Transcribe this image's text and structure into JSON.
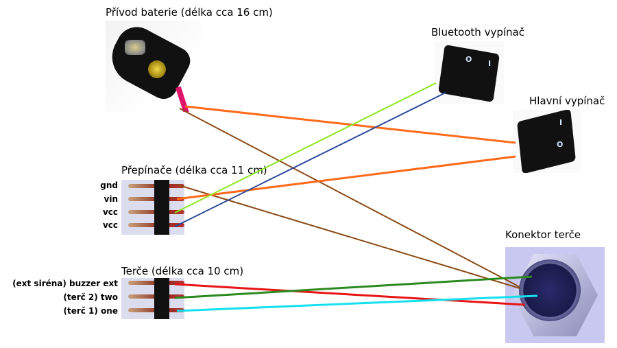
{
  "components": {
    "battery": {
      "title": "Přívod baterie (délka cca 16 cm)"
    },
    "bluetooth_switch": {
      "title": "Bluetooth vypínač"
    },
    "main_switch": {
      "title": "Hlavní vypínač"
    },
    "switches_header": {
      "title": "Přepínače (délka cca 11 cm)",
      "pins": [
        "gnd",
        "vin",
        "vcc",
        "vcc"
      ]
    },
    "targets_header": {
      "title": "Terče (délka cca 10 cm)",
      "pins": [
        "(ext siréna) buzzer ext",
        "(terč 2) two",
        "(terč 1) one"
      ]
    },
    "target_connector": {
      "title": "Konektor terče"
    }
  },
  "switch_marks": {
    "off": "O",
    "on": "I"
  },
  "wires": [
    {
      "name": "battery-to-main-switch",
      "color": "#ff6a1a"
    },
    {
      "name": "battery-to-connector-gnd",
      "color": "#8b4a14"
    },
    {
      "name": "gnd-to-connector",
      "color": "#8b4a14"
    },
    {
      "name": "vin-to-main-switch",
      "color": "#ff6a1a"
    },
    {
      "name": "vcc1-to-bluetooth-switch",
      "color": "#8be61e"
    },
    {
      "name": "vcc2-to-bluetooth-switch",
      "color": "#2a4a9a"
    },
    {
      "name": "buzzer-to-connector",
      "color": "#e81414"
    },
    {
      "name": "two-to-connector",
      "color": "#2a8a1e"
    },
    {
      "name": "one-to-connector",
      "color": "#14e0f0"
    }
  ]
}
